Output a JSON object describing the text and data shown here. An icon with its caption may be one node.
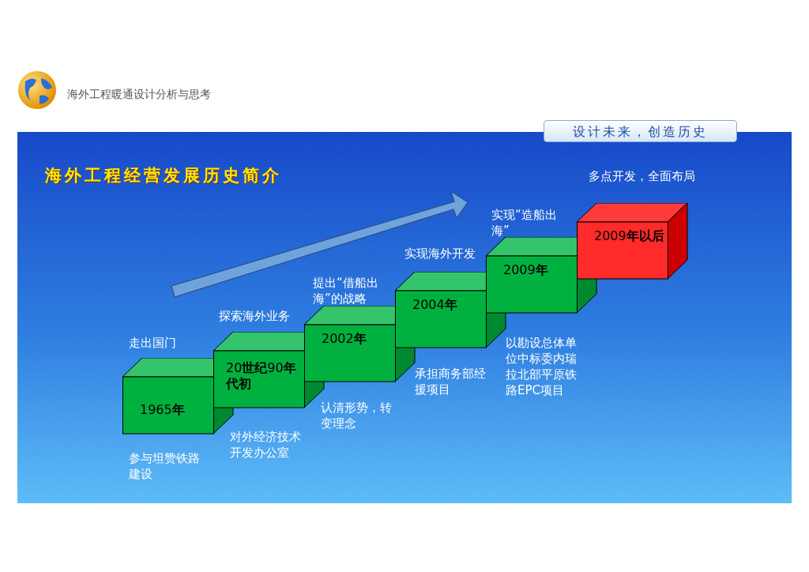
{
  "diagram": {
    "title": "海外工程经营发展历史简介",
    "nodes": [
      {
        "text": [
          "1965**年**"
        ]
      },
      {
        "text": [
          "20**世纪**90**年代初**"
        ]
      },
      {
        "text": [
          "2002**年**"
        ]
      },
      {
        "text": [
          "2004**年**"
        ]
      },
      {
        "text": [
          "2009**年**"
        ]
      },
      {
        "text": [
          "2009**年以后**"
        ]
      }
    ],
    "labels": [
      "海外工程暖通设计分析与思考",
      "设计未来，创造历史",
      "多点开发，全面布局",
      "实现“造船出海”",
      "实现海外开发",
      "提出“借船出海”的战略",
      "探索海外业务",
      "走出国门",
      "以勘设总体单位中标委内瑞拉北部平原铁路EPC项目",
      "承担商务部经援项目",
      "认清形势，转变理念",
      "对外经济技术开发办公室",
      "参与坦赞铁路建设"
    ]
  }
}
